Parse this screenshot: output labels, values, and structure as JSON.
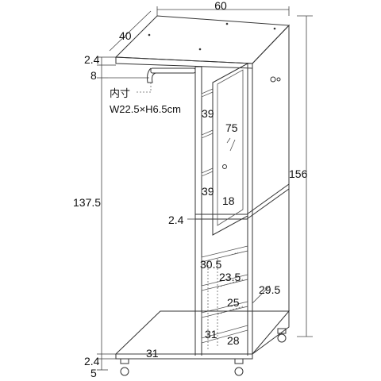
{
  "labels": {
    "width_top": "60",
    "depth_top": "40",
    "top_thickness": "2.4",
    "upper_gap": "8",
    "inner_title": "内寸",
    "inner_size": "W22.5×H6.5cm",
    "shelf_upper": "39",
    "door_height": "75",
    "shelf_middle": "39",
    "door_width": "18",
    "divider_thickness": "2.4",
    "total_height": "156",
    "lower_height": "137.5",
    "lower_shelf_1": "30.5",
    "lower_shelf_2": "23.5",
    "side_depth": "29.5",
    "lower_shelf_3": "25",
    "lower_shelf_4": "31",
    "lower_shelf_5": "28",
    "base_depth": "31",
    "base_thickness": "2.4",
    "caster_height": "5"
  }
}
